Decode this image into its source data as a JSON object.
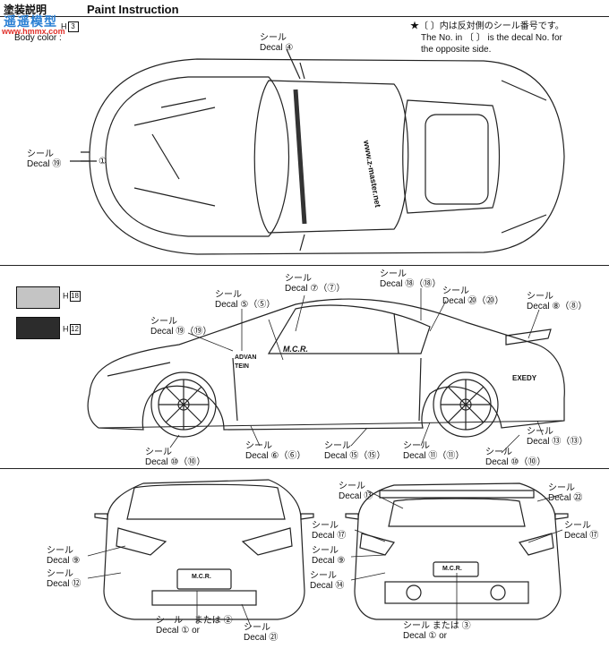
{
  "header": {
    "jp_title": "塗装説明",
    "en_title": "Paint Instruction",
    "watermark": "遥遥模型",
    "watermark_url": "www.hmmx.com"
  },
  "body_color": {
    "label": "Body color :",
    "paint_ref": "H",
    "paint_no": "3"
  },
  "note": {
    "jp": "★〔 〕内は反対側のシール番号です。",
    "en_line1": "The No. in 〔 〕 is the decal No. for",
    "en_line2": "the opposite side."
  },
  "swatches": [
    {
      "paint_ref": "H",
      "paint_no": "18",
      "color": "#c4c4c4"
    },
    {
      "paint_ref": "H",
      "paint_no": "12",
      "color": "#2c2c2c"
    }
  ],
  "labels": {
    "jp": "シール",
    "en": "Decal",
    "or_jp": "または",
    "or_en": "or"
  },
  "top_view": {
    "decal_4": "④",
    "decal_19": "⑲",
    "decal_1": "①",
    "windshield_text": "www.z-master.net"
  },
  "side_view": {
    "decal_5": "⑤（⑤）",
    "decal_7": "⑦（⑦）",
    "decal_18": "⑱（⑱）",
    "decal_20": "⑳（⑳）",
    "decal_8": "⑧（⑧）",
    "decal_19": "⑲（⑲）",
    "decal_13": "⑬（⑬）",
    "decal_10": "⑩（⑩）",
    "decal_6": "⑥（⑥）",
    "decal_15": "⑮（⑮）",
    "decal_11": "⑪（⑪）",
    "decal_10b": "⑩（⑩）",
    "door_logo": "M.C.R.",
    "sponsors": [
      "ADVAN",
      "TEIN"
    ],
    "rear_logo": "EXEDY"
  },
  "front_view": {
    "decal_9": "⑨",
    "decal_12": "⑫",
    "decal_1": "①",
    "decal_2": "②",
    "decal_21": "㉑",
    "plate": "M.C.R."
  },
  "rear_view": {
    "decal_13": "⑬",
    "decal_22": "㉒",
    "decal_17": "⑰",
    "decal_9": "⑨",
    "decal_14": "⑭",
    "decal_17b": "⑰",
    "decal_1": "①",
    "decal_3": "③",
    "plate": "M.C.R."
  }
}
